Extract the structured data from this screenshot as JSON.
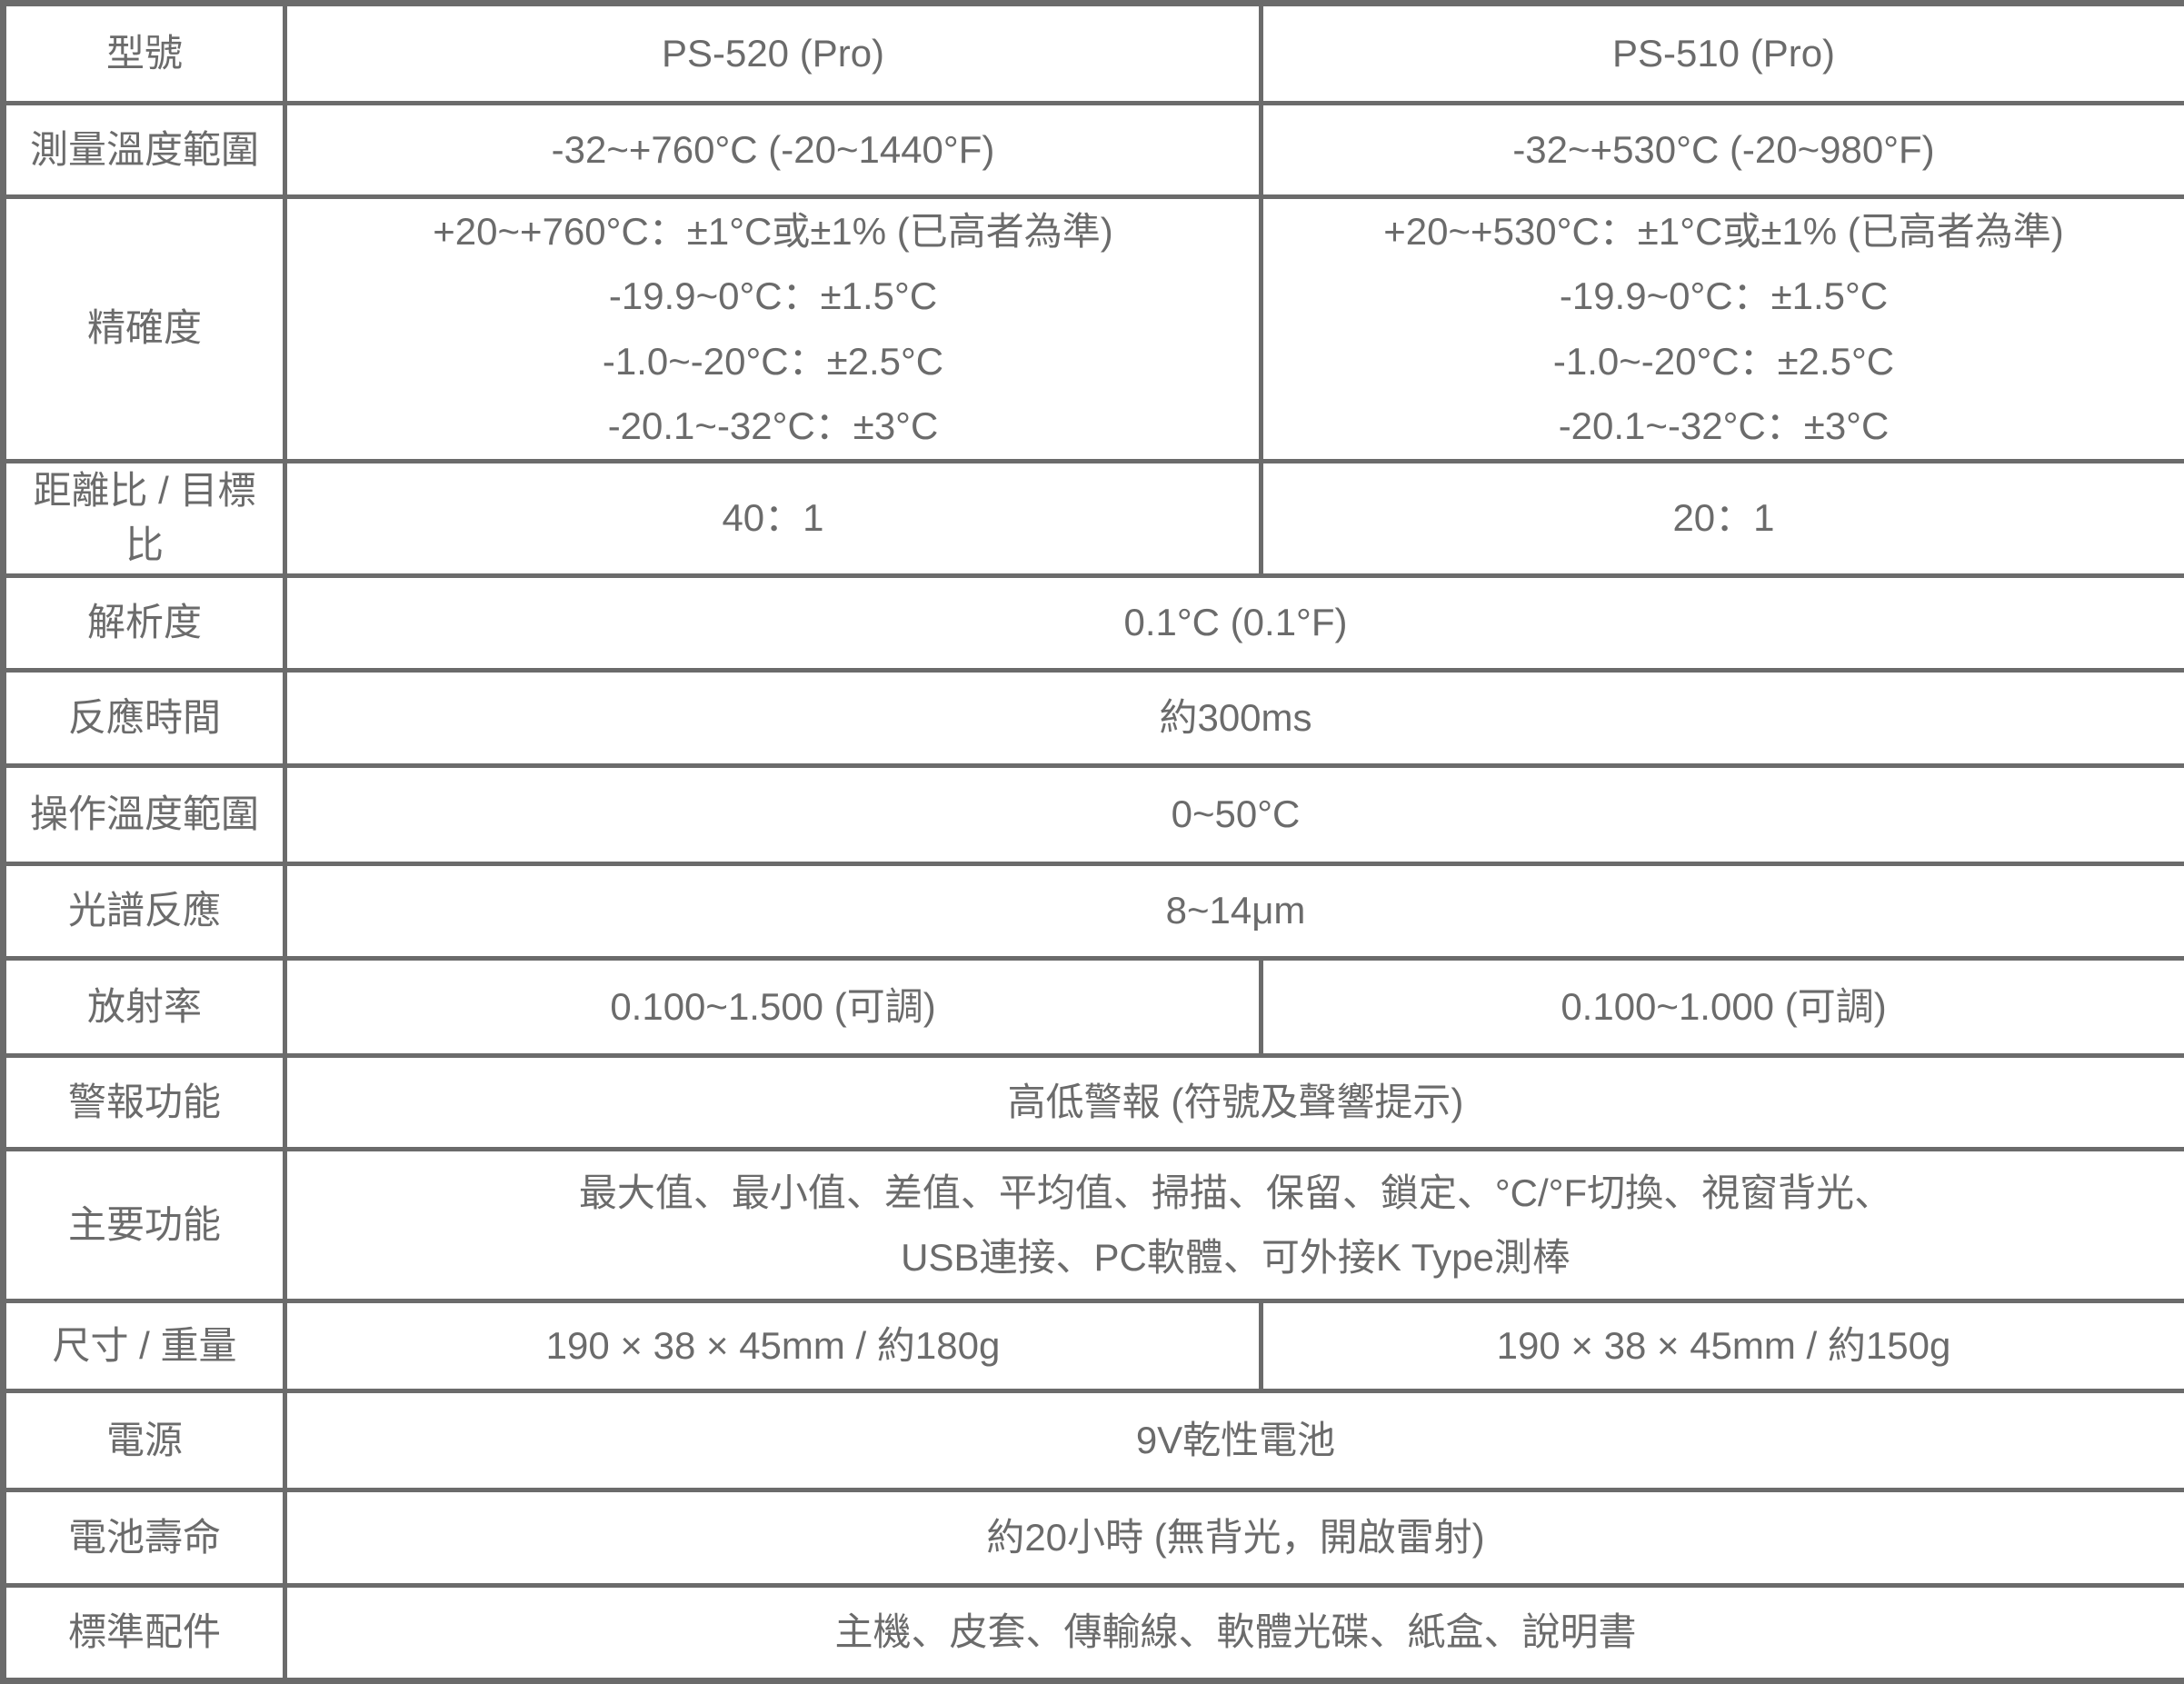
{
  "colors": {
    "border_and_text_gray": "#6b6b6b",
    "background": "#ffffff"
  },
  "table": {
    "rows": [
      {
        "label": "型號",
        "cells": [
          "PS-520 (Pro)",
          "PS-510 (Pro)"
        ]
      },
      {
        "label": "測量溫度範圍",
        "cells": [
          "-32~+760°C (-20~1440°F)",
          "-32~+530°C (-20~980°F)"
        ]
      },
      {
        "label": "精確度",
        "ps520": [
          "+20~+760°C：±1°C或±1% (已高者為準)",
          "-19.9~0°C：±1.5°C",
          "-1.0~-20°C：±2.5°C",
          "-20.1~-32°C：±3°C"
        ],
        "ps510": [
          "+20~+530°C：±1°C或±1% (已高者為準)",
          "-19.9~0°C：±1.5°C",
          "-1.0~-20°C：±2.5°C",
          "-20.1~-32°C：±3°C"
        ]
      },
      {
        "label": "距離比 / 目標比",
        "cells": [
          "40：1",
          "20：1"
        ]
      },
      {
        "label": "解析度",
        "merged": "0.1°C (0.1°F)"
      },
      {
        "label": "反應時間",
        "merged": "約300ms"
      },
      {
        "label": "操作溫度範圍",
        "merged": "0~50°C"
      },
      {
        "label": "光譜反應",
        "merged": "8~14μm"
      },
      {
        "label": "放射率",
        "cells": [
          "0.100~1.500 (可調)",
          "0.100~1.000 (可調)"
        ]
      },
      {
        "label": "警報功能",
        "merged": "高低警報 (符號及聲響提示)"
      },
      {
        "label": "主要功能",
        "merged_lines": [
          "最大值、最小值、差值、平均值、掃描、保留、鎖定、°C/°F切換、視窗背光、",
          "USB連接、PC軟體、可外接K Type測棒"
        ]
      },
      {
        "label": "尺寸 / 重量",
        "cells": [
          "190 × 38 × 45mm / 約180g",
          "190 × 38 × 45mm / 約150g"
        ]
      },
      {
        "label": "電源",
        "merged": "9V乾性電池"
      },
      {
        "label": "電池壽命",
        "merged": "約20小時 (無背光，開啟雷射)"
      },
      {
        "label": "標準配件",
        "merged": "主機、皮套、傳輸線、軟體光碟、紙盒、說明書"
      }
    ]
  }
}
